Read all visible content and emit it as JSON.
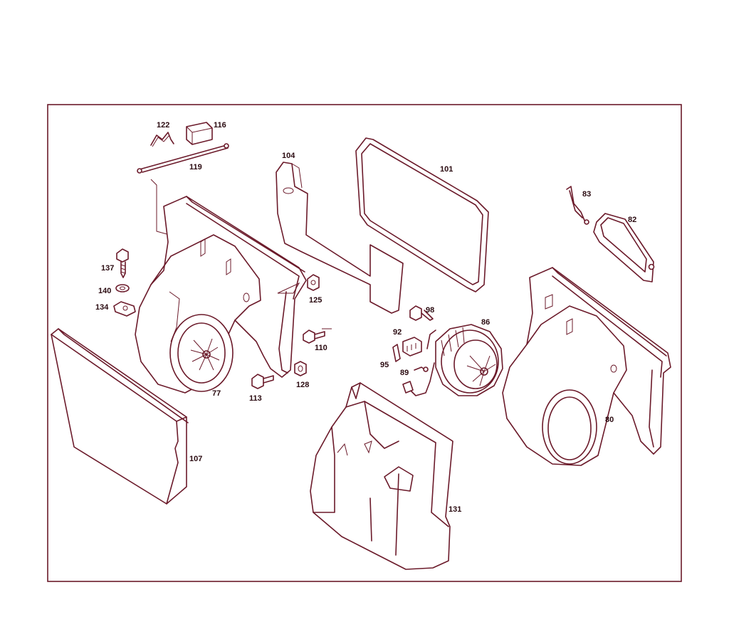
{
  "diagram": {
    "colors": {
      "stroke": "#6b1a2a",
      "label": "#2a0a10",
      "background": "#ffffff"
    },
    "callouts": {
      "p122": "122",
      "p116": "116",
      "p119": "119",
      "p104": "104",
      "p101": "101",
      "p83": "83",
      "p82": "82",
      "p137": "137",
      "p140": "140",
      "p134": "134",
      "p125": "125",
      "p98": "98",
      "p86": "86",
      "p92": "92",
      "p110": "110",
      "p95": "95",
      "p89": "89",
      "p77": "77",
      "p113": "113",
      "p128": "128",
      "p80": "80",
      "p107": "107",
      "p131": "131"
    }
  }
}
